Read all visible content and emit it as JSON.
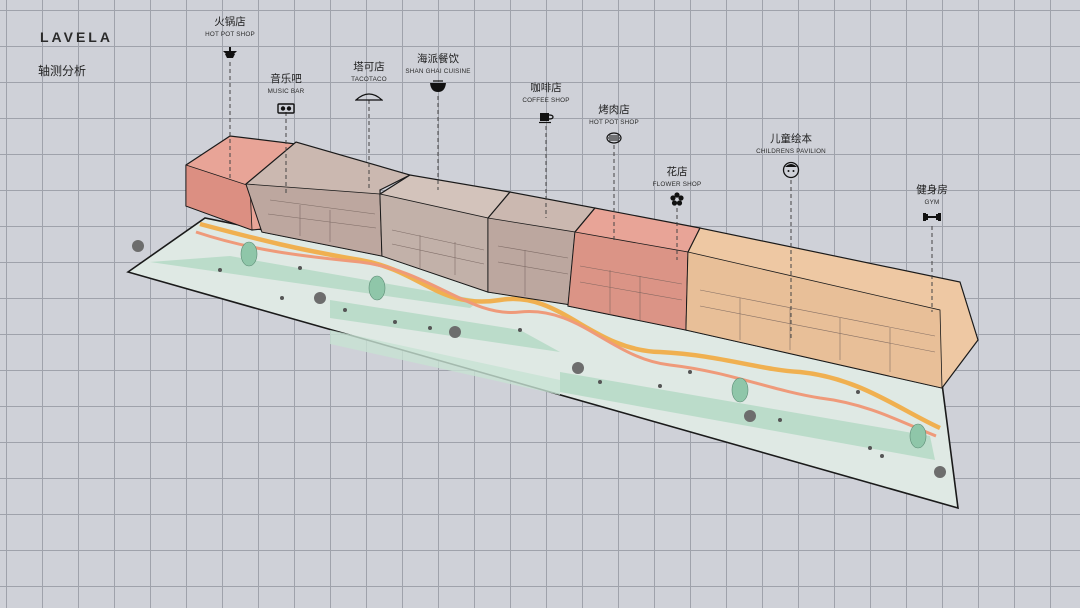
{
  "brand": "LAVELA",
  "subtitle": "轴测分析",
  "labels": [
    {
      "key": "hotpot1",
      "zh": "火锅店",
      "en": "HOT POT SHOP",
      "icon": "hot-pot-icon"
    },
    {
      "key": "music",
      "zh": "音乐吧",
      "en": "MUSIC BAR",
      "icon": "radio-icon"
    },
    {
      "key": "taco",
      "zh": "塔可店",
      "en": "TACOTACO",
      "icon": "taco-icon"
    },
    {
      "key": "shangh",
      "zh": "海派餐饮",
      "en": "SHAN GHAI CUISINE",
      "icon": "bowl-icon"
    },
    {
      "key": "coffee",
      "zh": "咖啡店",
      "en": "COFFEE SHOP",
      "icon": "coffee-cup-icon"
    },
    {
      "key": "hotpot2",
      "zh": "烤肉店",
      "en": "HOT POT SHOP",
      "icon": "grill-icon"
    },
    {
      "key": "flower",
      "zh": "花店",
      "en": "FLOWER SHOP",
      "icon": "flower-icon"
    },
    {
      "key": "kids",
      "zh": "儿童绘本",
      "en": "CHILDRENS PAVILION",
      "icon": "child-face-icon"
    },
    {
      "key": "gym",
      "zh": "健身房",
      "en": "GYM",
      "icon": "dumbbell-icon"
    }
  ],
  "colors": {
    "pink_building": "#e8a497",
    "gray_building": "#cbb8b0",
    "peach_building": "#eec8a3",
    "ground": "#dfe9e4",
    "green_strip": "#a8d2bd",
    "orange_path": "#f0b050",
    "salmon_path": "#ef9a7a"
  }
}
